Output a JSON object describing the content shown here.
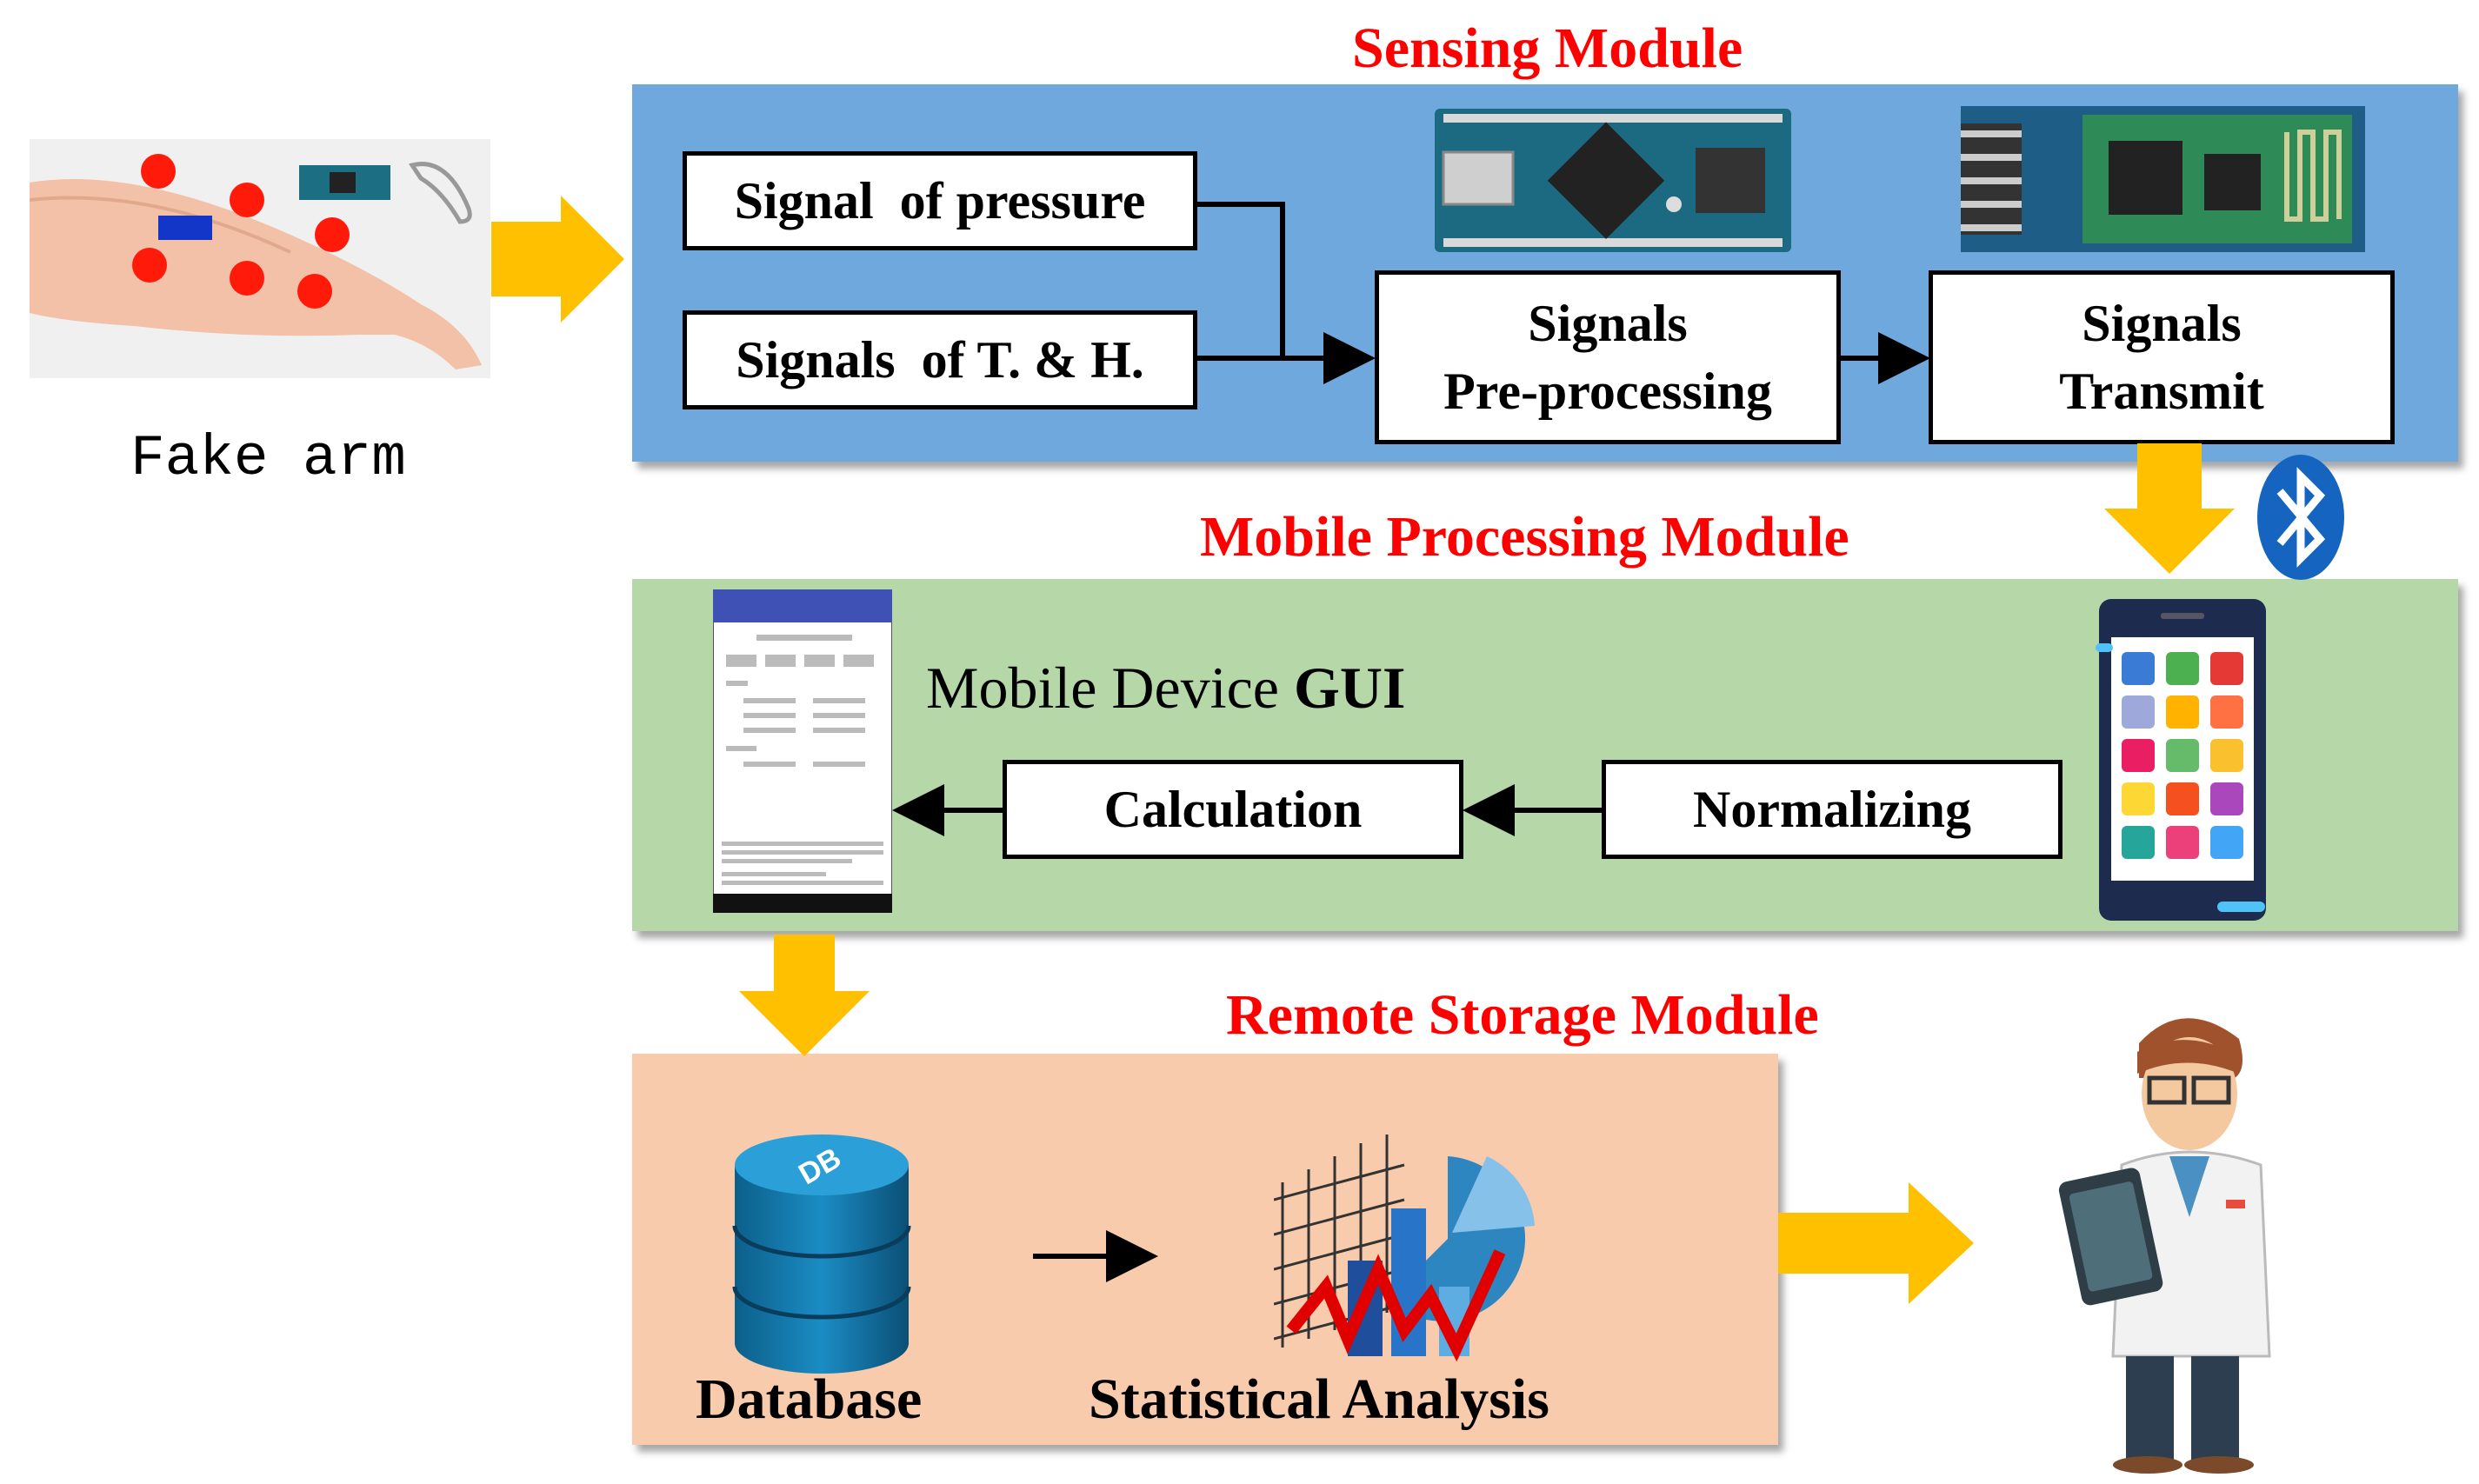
{
  "fake_arm": {
    "label": "Fake arm"
  },
  "sensing_module": {
    "title": "Sensing Module",
    "signal_pressure": "Signal  of pressure",
    "signal_th": "Signals  of T. & H.",
    "preprocess_line1": "Signals",
    "preprocess_line2": "Pre-processing",
    "transmit_line1": "Signals",
    "transmit_line2": "Transmit"
  },
  "mobile_module": {
    "title": "Mobile Processing Module",
    "gui_label_prefix": "Mobile Device ",
    "gui_label_bold": "GUI",
    "calculation": "Calculation",
    "normalizing": "Normalizing"
  },
  "storage_module": {
    "title": "Remote Storage Module",
    "database": "Database",
    "db_icon_text": "DB",
    "statistical_analysis": "Statistical Analysis"
  },
  "colors": {
    "sensing_bg": "#6fa8dc",
    "mobile_bg": "#b6d7a8",
    "storage_bg": "#f9cbad",
    "arrow_yellow": "#ffc000",
    "title_red": "#ff0000"
  },
  "icons": [
    "arduino-board-icon",
    "bluetooth-module-icon",
    "bluetooth-icon",
    "smartphone-icon",
    "database-icon",
    "chart-icon",
    "doctor-icon",
    "phone-app-screenshot-icon"
  ]
}
